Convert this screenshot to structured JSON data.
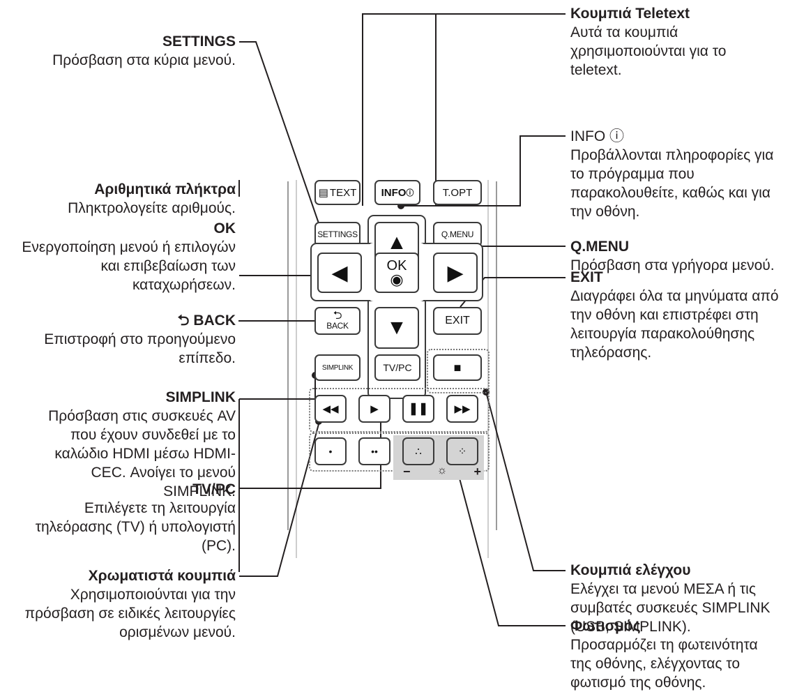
{
  "labels": {
    "settings": {
      "title": "SETTINGS",
      "text": "Πρόσβαση στα κύρια μενού."
    },
    "numeric": {
      "title": "Αριθμητικά πλήκτρα",
      "text": "Πληκτρολογείτε αριθμούς."
    },
    "ok": {
      "title": "OK",
      "text": "Ενεργοποίηση μενού ή επιλογών και επιβεβαίωση των καταχωρήσεων."
    },
    "back": {
      "title": "BACK",
      "text": "Επιστροφή στο προηγούμενο επίπεδο."
    },
    "simplink": {
      "title": "SIMPLINK",
      "text": "Πρόσβαση στις συσκευές AV που έχουν συνδεθεί με το καλώδιο HDMI μέσω HDMI-CEC. Ανοίγει το μενού SIMPLINK."
    },
    "tvpc": {
      "title": "TV/PC",
      "text": "Επιλέγετε τη λειτουργία τηλεόρασης (TV) ή υπολογιστή (PC)."
    },
    "color": {
      "title": "Χρωματιστά κουμπιά",
      "text": "Χρησιμοποιούνται για την πρόσβαση σε ειδικές λειτουργίες ορισμένων μενού."
    },
    "teletext": {
      "title": "Κουμπιά Teletext",
      "text": "Αυτά τα κουμπιά χρησιμοποιούνται για το teletext."
    },
    "info": {
      "title": "INFO ⓘ",
      "text": "Προβάλλονται πληροφορίες για το πρόγραμμα που παρακολουθείτε, καθώς και για την οθόνη."
    },
    "qmenu": {
      "title": "Q.MENU",
      "text": "Πρόσβαση στα γρήγορα μενού."
    },
    "exit": {
      "title": "EXIT",
      "text": "Διαγράφει όλα τα μηνύματα από την οθόνη και επιστρέφει στη λειτουργία παρακολούθησης τηλεόρασης."
    },
    "control": {
      "title": "Κουμπιά ελέγχου",
      "text": "Ελέγχει τα μενού ΜΕΣΑ ή τις συμβατές συσκευές SIMPLINK (USB, SIMPLINK)."
    },
    "light": {
      "title": "Φωτισμός",
      "text": "Προσαρμόζει τη φωτεινότητα της οθόνης, ελέγχοντας το φωτισμό της οθόνης."
    }
  },
  "remote": {
    "text": "TEXT",
    "info": "INFO",
    "topt": "T.OPT",
    "settings": "SETTINGS",
    "qmenu": "Q.MENU",
    "ok": "OK",
    "back": "BACK",
    "exit": "EXIT",
    "simplink": "SIMPLINK",
    "tvpc": "TV/PC",
    "minus": "−",
    "plus": "+"
  },
  "colors": {
    "line": "#231f20",
    "shaded": "#d4d4d4"
  }
}
